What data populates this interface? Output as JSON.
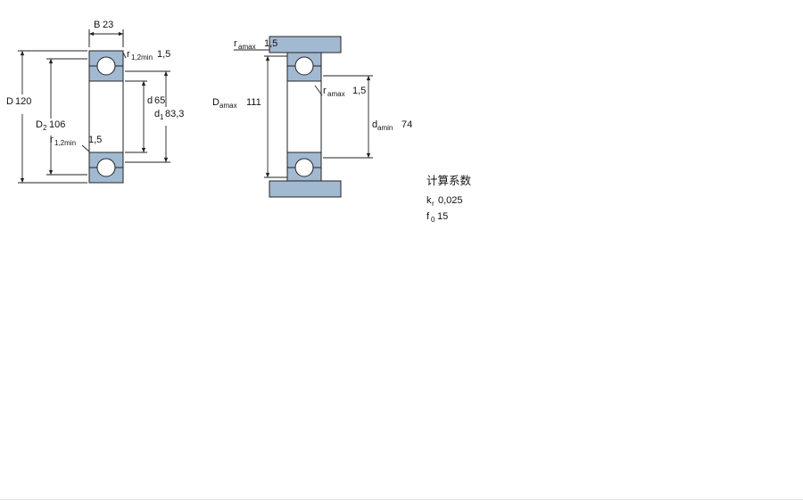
{
  "colors": {
    "shading": "#a2b9d2",
    "line": "#222222"
  },
  "left_view": {
    "b": {
      "base": "B",
      "value": "23"
    },
    "r_top": {
      "base": "r",
      "sub": "1,2min",
      "value": "1,5"
    },
    "D": {
      "base": "D",
      "value": "120"
    },
    "D2": {
      "base": "D",
      "sub": "2",
      "value": "106"
    },
    "d": {
      "base": "d",
      "value": "65"
    },
    "d1": {
      "base": "d",
      "sub": "1",
      "value": "83,3"
    },
    "r_bottom": {
      "base": "r",
      "sub": "1,2min",
      "value": "1,5"
    }
  },
  "right_view": {
    "ra_top": {
      "base": "r",
      "sub": "amax",
      "value": "1,5"
    },
    "Da": {
      "base": "D",
      "sub": "amax",
      "value": "111"
    },
    "ra_mid": {
      "base": "r",
      "sub": "amax",
      "value": "1,5"
    },
    "da": {
      "base": "d",
      "sub": "amin",
      "value": "74"
    }
  },
  "factors": {
    "title": "计算系数",
    "kr": {
      "base": "k",
      "sub": "r",
      "value": "0,025"
    },
    "f0": {
      "base": "f",
      "sub": "0",
      "value": "15"
    }
  }
}
